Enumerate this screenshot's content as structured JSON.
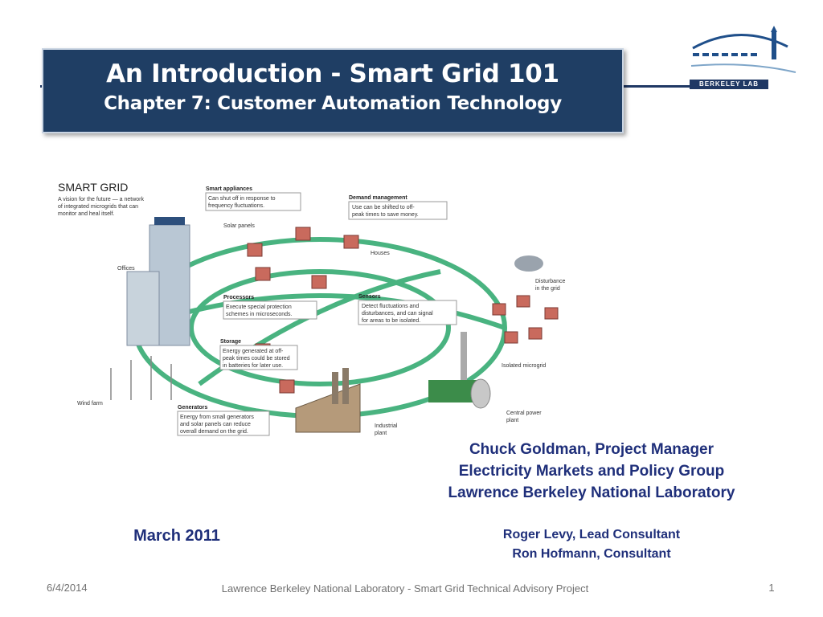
{
  "header": {
    "title": "An Introduction - Smart Grid 101",
    "subtitle": "Chapter 7:  Customer Automation Technology",
    "logo_text": "BERKELEY LAB"
  },
  "diagram": {
    "title": "SMART GRID",
    "tagline": [
      "A vision for the future — a network",
      "of integrated microgrids that can",
      "monitor and heal itself."
    ],
    "smart_appliances": {
      "heading": "Smart appliances",
      "lines": [
        "Can shut off in response to",
        "frequency fluctuations."
      ]
    },
    "demand_management": {
      "heading": "Demand management",
      "lines": [
        "Use can be shifted to off-",
        "peak times to save money."
      ]
    },
    "processors": {
      "heading": "Processors",
      "lines": [
        "Execute special protection",
        "schemes in microseconds."
      ]
    },
    "sensors": {
      "heading": "Sensors",
      "lines": [
        "Detect fluctuations and",
        "disturbances, and can signal",
        "for areas to be isolated."
      ]
    },
    "storage": {
      "heading": "Storage",
      "lines": [
        "Energy generated at off-",
        "peak times could be stored",
        "in batteries for later use."
      ]
    },
    "generators": {
      "heading": "Generators",
      "lines": [
        "Energy from small generators",
        "and solar panels can reduce",
        "overall demand on the grid."
      ]
    },
    "labels": {
      "solar_panels": "Solar panels",
      "offices": "Offices",
      "houses": "Houses",
      "disturbance": [
        "Disturbance",
        "in the grid"
      ],
      "isolated_microgrid": "Isolated microgrid",
      "wind_farm": "Wind farm",
      "industrial_plant": [
        "Industrial",
        "plant"
      ],
      "central_power_plant": [
        "Central power",
        "plant"
      ]
    }
  },
  "credits": {
    "line1": "Chuck Goldman, Project Manager",
    "line2": "Electricity Markets and Policy Group",
    "line3": "Lawrence Berkeley National Laboratory"
  },
  "consultants": {
    "line1": "Roger Levy, Lead Consultant",
    "line2": "Ron Hofmann, Consultant"
  },
  "date": "March 2011",
  "footer": {
    "date": "6/4/2014",
    "center": "Lawrence Berkeley National Laboratory - Smart Grid Technical Advisory Project",
    "page": "1"
  }
}
